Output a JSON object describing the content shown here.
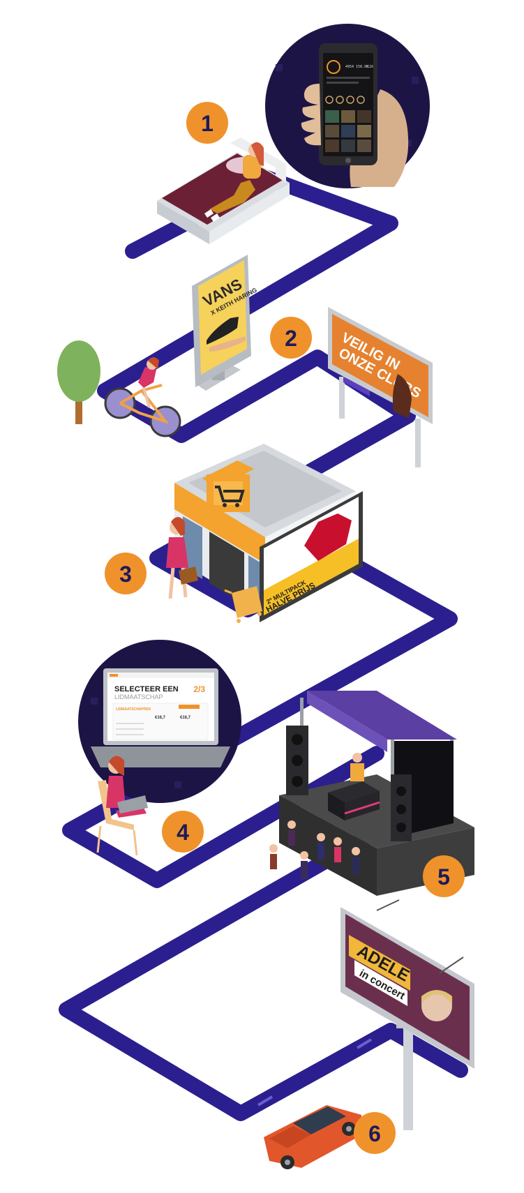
{
  "steps": [
    {
      "number": "1"
    },
    {
      "number": "2"
    },
    {
      "number": "3"
    },
    {
      "number": "4"
    },
    {
      "number": "5"
    },
    {
      "number": "6"
    }
  ],
  "colors": {
    "path": "#2b1f8f",
    "badge": "#f0922b",
    "badge_text": "#1e1a5a",
    "dark_circle": "#1d1446",
    "orange": "#f59a1c",
    "screen_frame": "#bfc3c8"
  },
  "phone_screen": {
    "stats": [
      "4954",
      "158.9K",
      "116"
    ]
  },
  "poster_vans": {
    "brand": "VANS",
    "sub": "X KEITH HARING"
  },
  "billboard_clubs": {
    "line1": "VEILIG IN",
    "line2": "ONZE CLUBS"
  },
  "shop_screen": {
    "line1": "2º MULTIPACK",
    "line2": "HALVE PRIJS"
  },
  "laptop_screen": {
    "title": "SELECTEER EEN",
    "subtitle": "LIDMAATSCHAP",
    "step": "2/3",
    "section": "LIDMAATSCHAPPEN",
    "col1_price": "€16,7",
    "col2_price": "€16,7"
  },
  "billboard_concert": {
    "artist": "ADELE",
    "tagline": "in concert"
  },
  "icons": [
    "bed-icon",
    "phone-icon",
    "bicycle-icon",
    "tree-icon",
    "poster-icon",
    "billboard-icon",
    "shop-icon",
    "cart-icon",
    "laptop-icon",
    "stage-icon",
    "speaker-icon",
    "car-icon"
  ]
}
